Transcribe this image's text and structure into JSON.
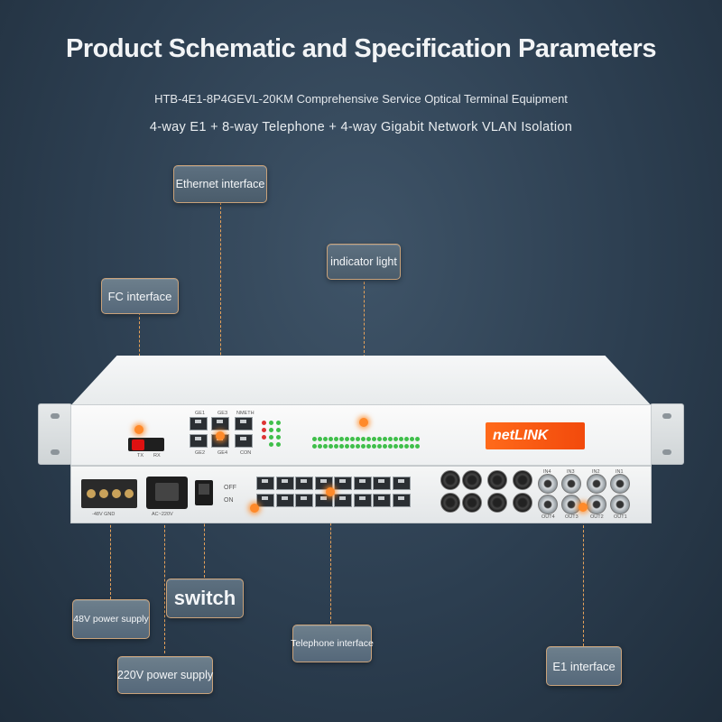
{
  "header": {
    "title": "Product Schematic and Specification Parameters",
    "model": "HTB-4E1-8P4GEVL-20KM Comprehensive Service Optical Terminal Equipment",
    "features": "4-way E1 + 8-way Telephone + 4-way Gigabit Network VLAN Isolation"
  },
  "callouts": {
    "ethernet": "Ethernet interface",
    "indicator": "indicator light",
    "fc": "FC interface",
    "switch": "switch",
    "power48": "48V power supply",
    "power220": "220V power supply",
    "telephone": "Telephone interface",
    "e1": "E1 interface"
  },
  "device": {
    "brand": "netLINK",
    "brand_color": "#f25a12",
    "accent_color": "#ff8a2a",
    "labels": {
      "tx": "TX",
      "rx": "RX",
      "ge1": "GE1",
      "ge3": "GE3",
      "ge2": "GE2",
      "ge4": "GE4",
      "nmeth": "NMETH",
      "con": "CON",
      "off": "OFF",
      "on": "ON",
      "ac": "AC~220V",
      "dc": "-48V GND",
      "in1": "IN1",
      "in2": "IN2",
      "in3": "IN3",
      "in4": "IN4",
      "out1": "OUT1",
      "out2": "OUT2",
      "out3": "OUT3",
      "out4": "OUT4"
    }
  }
}
